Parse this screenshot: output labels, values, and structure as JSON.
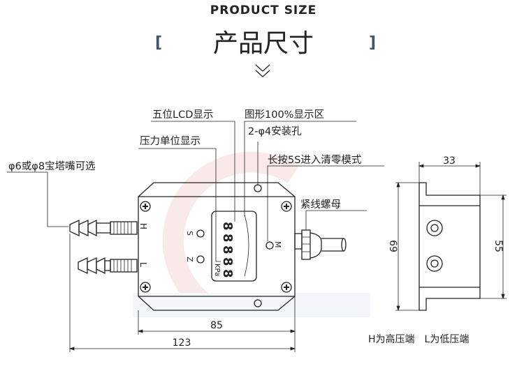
{
  "header": {
    "subtitle_en": "PRODUCT SIZE",
    "title_cn": "产品尺寸",
    "bracket_left": "[",
    "bracket_right": "]",
    "chevron": "»"
  },
  "labels": {
    "lcd_5digit": "五位LCD显示",
    "graphic_display": "图形100%显示区",
    "unit_display": "压力单位显示",
    "mount_holes": "2-φ4安装孔",
    "zero_mode": "长按5S进入清零模式",
    "lock_nut": "紧线螺母",
    "barb_option": "φ6或φ8宝塔嘴可选"
  },
  "device": {
    "port_h": "H",
    "port_l": "L",
    "btn_s": "S",
    "btn_z": "Z",
    "btn_m": "M",
    "unit": "KPa",
    "digits": [
      "8",
      "8",
      "8",
      "8",
      "8"
    ]
  },
  "dimensions": {
    "width_body": "85",
    "width_total": "123",
    "depth": "33",
    "height_total": "69",
    "height_body": "55"
  },
  "caption": "H为高压端　L为低压端",
  "colors": {
    "accent": "#3d5470",
    "line": "#222222",
    "watermark": "#e9eef7"
  }
}
